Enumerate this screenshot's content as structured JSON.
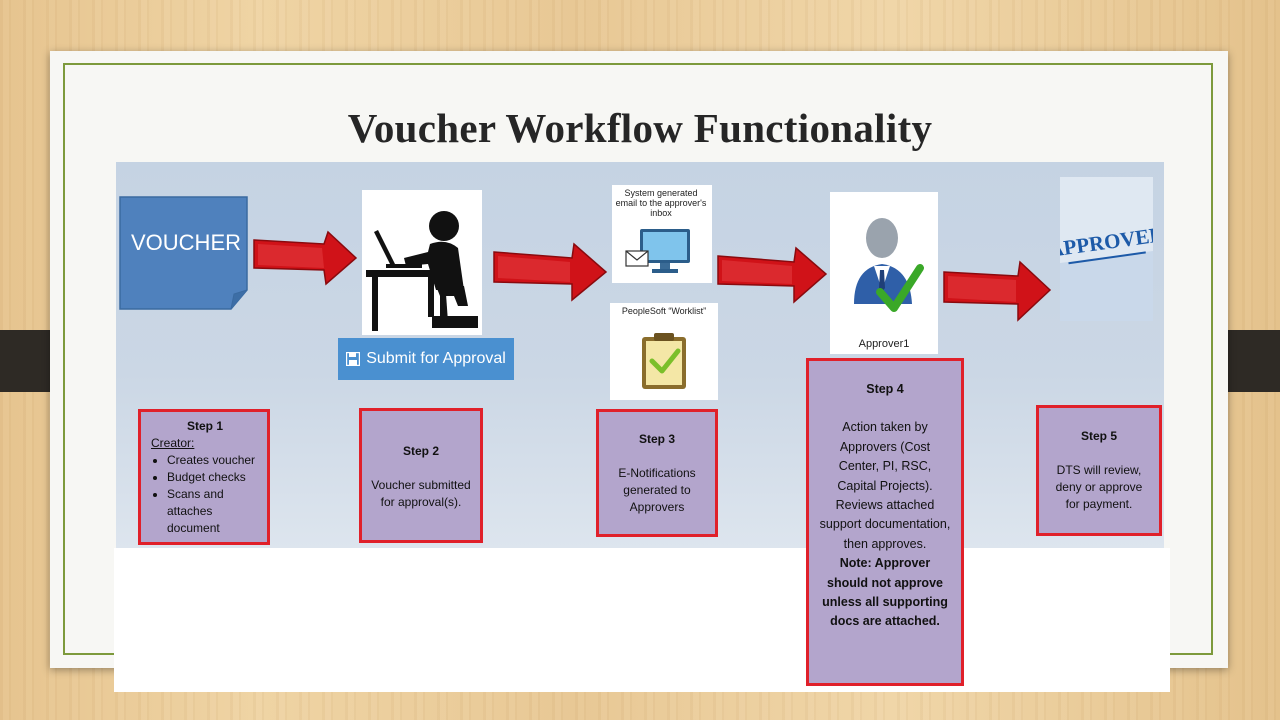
{
  "slide": {
    "title": "Voucher Workflow Functionality"
  },
  "flow": {
    "voucher_label": "VOUCHER",
    "submit_button_label": "Submit for Approval",
    "email_caption": "System generated email to the approver's inbox",
    "worklist_caption": "PeopleSoft “Worklist”",
    "approver_name": "Approver1",
    "approved_stamp": "APPROVED"
  },
  "steps": {
    "step1": {
      "title": "Step 1",
      "role": "Creator:",
      "bullets": [
        "Creates voucher",
        "Budget checks",
        "Scans and attaches document"
      ]
    },
    "step2": {
      "title": "Step 2",
      "line1": "Voucher submitted",
      "line2": "for approval(s)."
    },
    "step3": {
      "title": "Step 3",
      "line1": "E-Notifications",
      "line2": "generated to",
      "line3": "Approvers"
    },
    "step4": {
      "title": "Step 4",
      "body": "Action taken by Approvers (Cost Center, PI, RSC, Capital Projects). Reviews attached support documentation, then approves.",
      "note": "Note: Approver should not approve unless all supporting docs are attached."
    },
    "step5": {
      "title": "Step 5",
      "body": "DTS will review, deny or approve for payment."
    }
  },
  "colors": {
    "step_fill": "#b3a5cc",
    "step_border": "#e0202a",
    "arrow": "#d01218",
    "voucher": "#4f81bd",
    "button": "#4a90d0"
  }
}
